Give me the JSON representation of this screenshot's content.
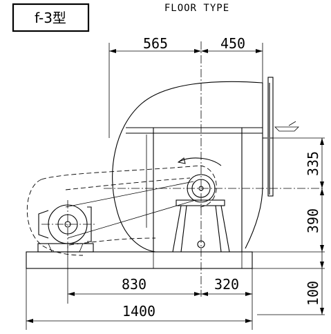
{
  "header": {
    "type_label": "f-3型",
    "title": "FLOOR TYPE"
  },
  "dimensions": {
    "top_left": "565",
    "top_right": "450",
    "right_upper": "335",
    "right_middle": "390",
    "right_lower": "100",
    "bottom_left": "830",
    "bottom_right": "320",
    "bottom_total": "1400"
  }
}
